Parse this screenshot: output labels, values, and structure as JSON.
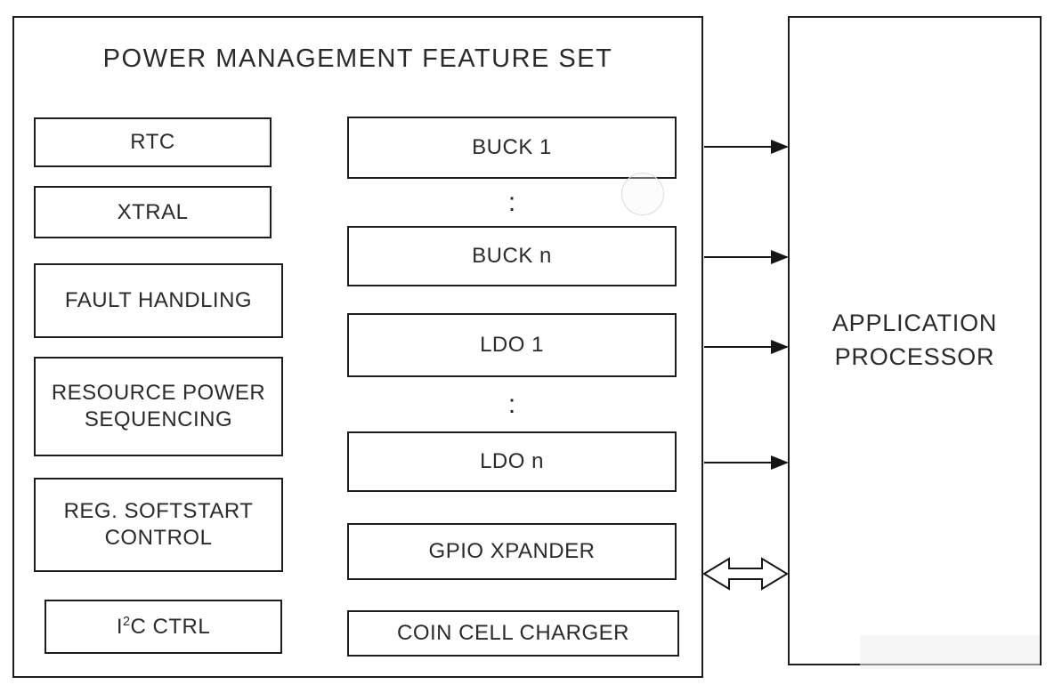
{
  "diagram": {
    "title": "POWER MANAGEMENT FEATURE SET",
    "left_blocks": [
      {
        "label": "RTC"
      },
      {
        "label": "XTRAL"
      },
      {
        "label": "FAULT HANDLING"
      },
      {
        "label": "RESOURCE POWER SEQUENCING"
      },
      {
        "label": "REG. SOFTSTART CONTROL"
      },
      {
        "label_prefix": "I",
        "label_sup": "2",
        "label_suffix": "C CTRL"
      }
    ],
    "middle_blocks": [
      {
        "label": "BUCK 1"
      },
      {
        "label": "BUCK n"
      },
      {
        "label": "LDO 1"
      },
      {
        "label": "LDO n"
      },
      {
        "label": "GPIO XPANDER"
      },
      {
        "label": "COIN CELL CHARGER"
      }
    ],
    "separators": {
      "buck": ":",
      "ldo": ":"
    },
    "processor": {
      "line1": "APPLICATION",
      "line2": "PROCESSOR"
    }
  }
}
